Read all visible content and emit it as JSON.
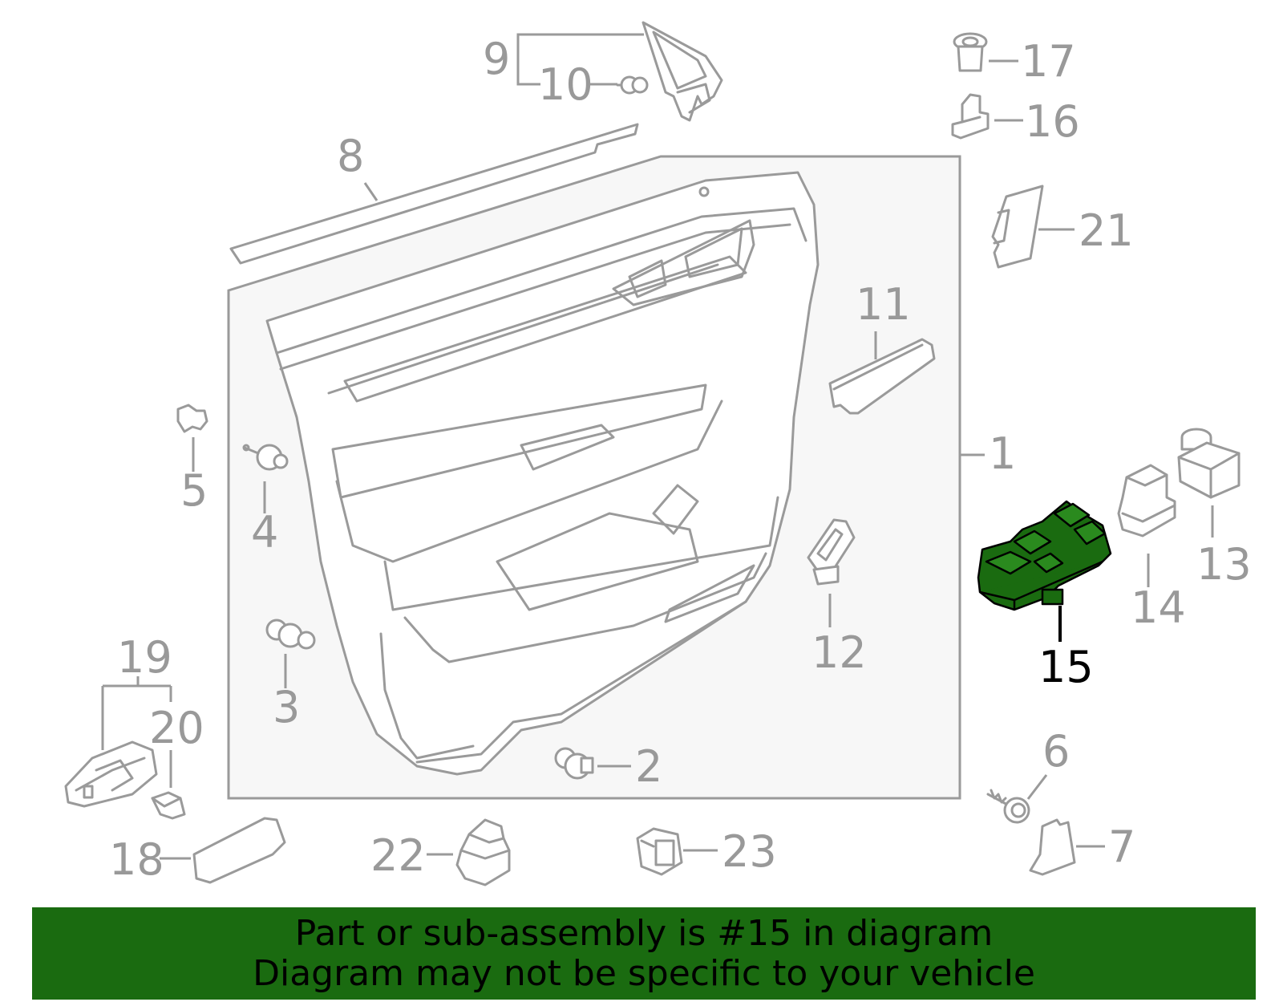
{
  "diagram": {
    "callouts": [
      {
        "id": "1",
        "text": "1"
      },
      {
        "id": "2",
        "text": "2"
      },
      {
        "id": "3",
        "text": "3"
      },
      {
        "id": "4",
        "text": "4"
      },
      {
        "id": "5",
        "text": "5"
      },
      {
        "id": "6",
        "text": "6"
      },
      {
        "id": "7",
        "text": "7"
      },
      {
        "id": "8",
        "text": "8"
      },
      {
        "id": "9",
        "text": "9"
      },
      {
        "id": "10",
        "text": "10"
      },
      {
        "id": "11",
        "text": "11"
      },
      {
        "id": "12",
        "text": "12"
      },
      {
        "id": "13",
        "text": "13"
      },
      {
        "id": "14",
        "text": "14"
      },
      {
        "id": "15",
        "text": "15"
      },
      {
        "id": "16",
        "text": "16"
      },
      {
        "id": "17",
        "text": "17"
      },
      {
        "id": "18",
        "text": "18"
      },
      {
        "id": "19",
        "text": "19"
      },
      {
        "id": "20",
        "text": "20"
      },
      {
        "id": "21",
        "text": "21"
      },
      {
        "id": "22",
        "text": "22"
      },
      {
        "id": "23",
        "text": "23"
      }
    ],
    "highlighted_part": "15",
    "colors": {
      "highlight": "#1a6b10",
      "line": "#9a9a9a",
      "panel": "#f7f7f7",
      "banner": "#1a6b10",
      "banner_text": "#000000"
    }
  },
  "banner": {
    "line1": "Part or sub-assembly is #15 in diagram",
    "line2": "Diagram may not be specific to your vehicle"
  }
}
